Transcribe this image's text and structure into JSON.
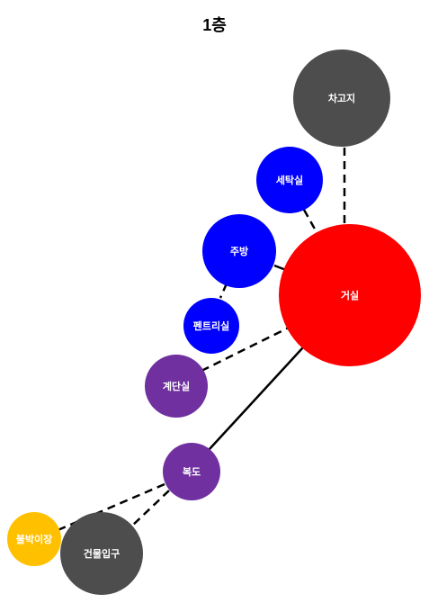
{
  "title": "1층",
  "nodes": [
    {
      "id": "garage",
      "label": "차고지",
      "color": "#4d4d4d"
    },
    {
      "id": "laundry",
      "label": "세탁실",
      "color": "#0000ff"
    },
    {
      "id": "kitchen",
      "label": "주방",
      "color": "#0000ff"
    },
    {
      "id": "living",
      "label": "거실",
      "color": "#ff0000"
    },
    {
      "id": "pantry",
      "label": "펜트리실",
      "color": "#0000ff"
    },
    {
      "id": "stairs",
      "label": "계단실",
      "color": "#7030a0"
    },
    {
      "id": "corridor",
      "label": "복도",
      "color": "#7030a0"
    },
    {
      "id": "balcony",
      "label": "불박이장",
      "color": "#ffc000"
    },
    {
      "id": "entrance",
      "label": "건물입구",
      "color": "#4d4d4d"
    }
  ],
  "edges": [
    {
      "from": "garage",
      "to": "living",
      "style": "dashed"
    },
    {
      "from": "laundry",
      "to": "living",
      "style": "dashed"
    },
    {
      "from": "kitchen",
      "to": "living",
      "style": "solid"
    },
    {
      "from": "kitchen",
      "to": "pantry",
      "style": "dashed"
    },
    {
      "from": "stairs",
      "to": "living",
      "style": "dashed"
    },
    {
      "from": "corridor",
      "to": "living",
      "style": "solid"
    },
    {
      "from": "corridor",
      "to": "balcony",
      "style": "dashed"
    },
    {
      "from": "corridor",
      "to": "entrance",
      "style": "dashed"
    }
  ]
}
